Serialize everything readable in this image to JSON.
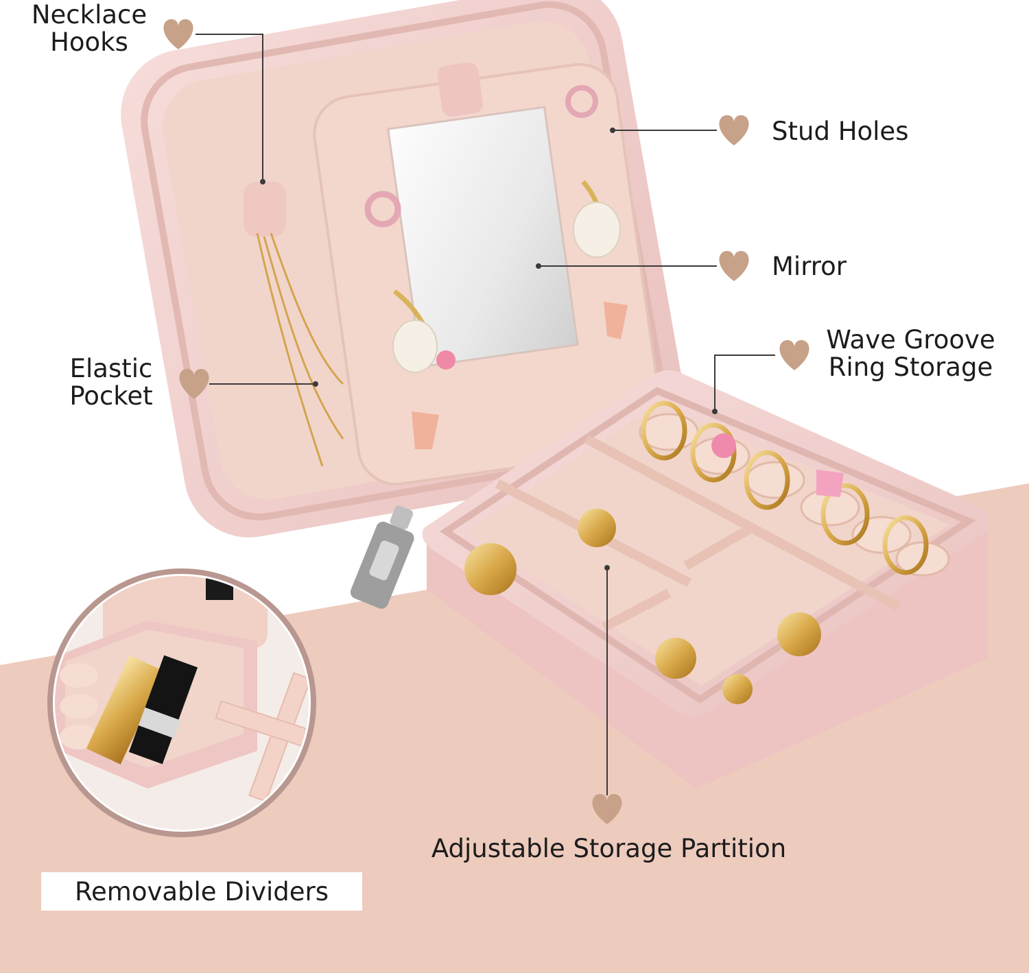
{
  "colors": {
    "background": "#ffffff",
    "floor": "#edcbbd",
    "box_pink": "#f1cfcd",
    "lining": "#f1d5cb",
    "heart": "#c7a188",
    "leader_line": "#3a3a3a",
    "text": "#1c1c1c",
    "inset_ring": "#b89790"
  },
  "callouts": {
    "necklace_hooks": "Necklace\nHooks",
    "stud_holes": "Stud Holes",
    "mirror": "Mirror",
    "wave_groove": "Wave Groove\nRing Storage",
    "elastic_pocket": "Elastic\nPocket",
    "partition": "Adjustable Storage Partition"
  },
  "inset": {
    "caption": "Removable Dividers"
  },
  "icons": [
    "heart-icon"
  ]
}
